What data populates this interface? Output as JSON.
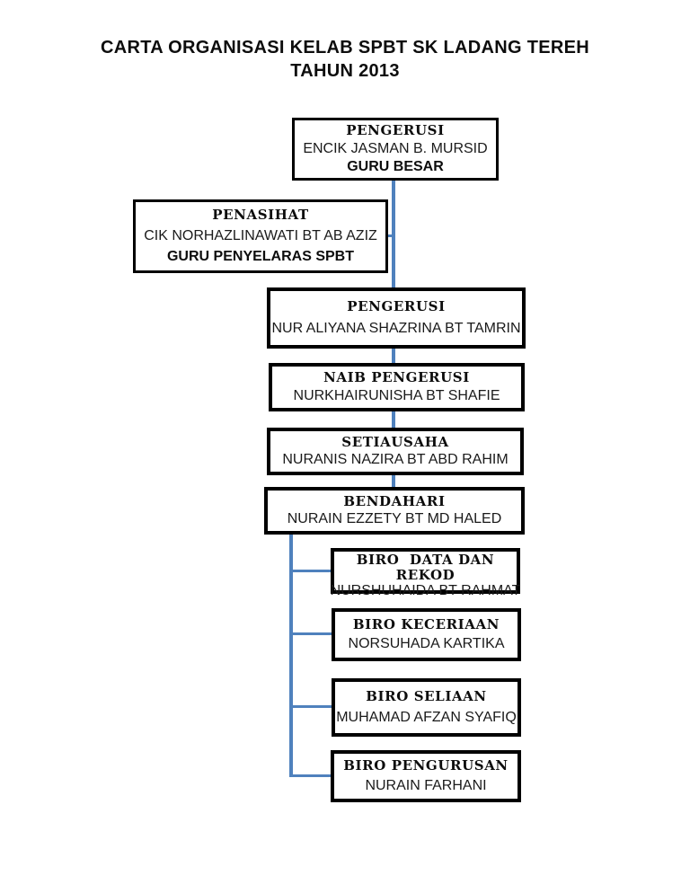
{
  "title": "CARTA ORGANISASI KELAB SPBT SK LADANG TEREH\nTAHUN 2013",
  "colors": {
    "connector": "#4F81BD",
    "box_border": "#000000",
    "background": "#FFFFFF",
    "text": "#0D0D0D"
  },
  "boxes": [
    {
      "role": "pengerusi-guru-besar",
      "heading": "PENGERUSI",
      "name": "ENCIK JASMAN B. MURSID",
      "subtitle": "GURU BESAR"
    },
    {
      "role": "penasihat",
      "heading": "PENASIHAT",
      "name": "CIK NORHAZLINAWATI BT AB AZIZ",
      "subtitle": "GURU PENYELARAS SPBT"
    },
    {
      "role": "pengerusi-murid",
      "heading": "PENGERUSI",
      "name": "NUR ALIYANA SHAZRINA BT TAMRIN"
    },
    {
      "role": "naib-pengerusi",
      "heading": "NAIB PENGERUSI",
      "name": "NURKHAIRUNISHA BT SHAFIE"
    },
    {
      "role": "setiausaha",
      "heading": "SETIAUSAHA",
      "name": "NURANIS NAZIRA BT ABD RAHIM"
    },
    {
      "role": "bendahari",
      "heading": "BENDAHARI",
      "name": "NURAIN EZZETY BT MD HALED"
    },
    {
      "role": "biro-data-dan-rekod",
      "heading": "BIRO  DATA DAN REKOD",
      "name": "NURSHUHAIDA BT RAHMAT"
    },
    {
      "role": "biro-keceriaan",
      "heading": "BIRO KECERIAAN",
      "name": "NORSUHADA KARTIKA"
    },
    {
      "role": "biro-seliaan",
      "heading": "BIRO SELIAAN",
      "name": "MUHAMAD AFZAN SYAFIQ"
    },
    {
      "role": "biro-pengurusan",
      "heading": "BIRO PENGURUSAN",
      "name": "NURAIN FARHANI"
    }
  ]
}
